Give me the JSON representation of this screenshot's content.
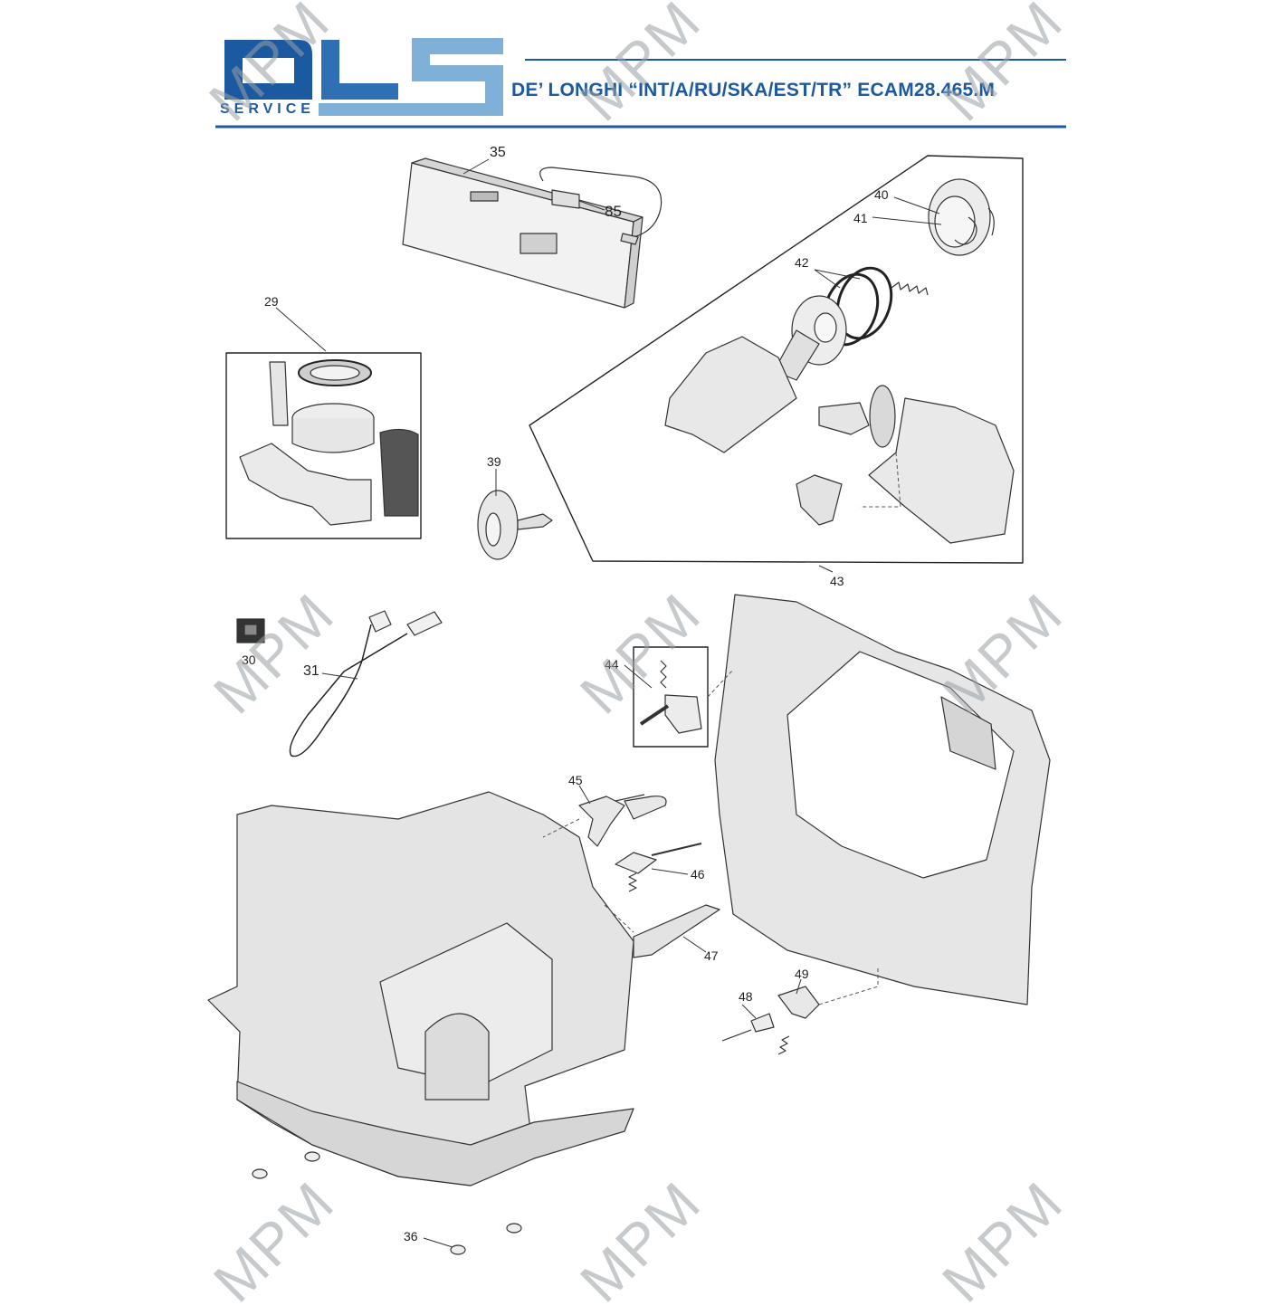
{
  "header": {
    "logo_letters": "DLS",
    "logo_subtitle": "SERVICE",
    "title": "DE’ LONGHI “INT/A/RU/SKA/EST/TR” ECAM28.465.M",
    "colors": {
      "brand_dark": "#1b5aa0",
      "brand_light": "#7fb0d8",
      "rule": "#1b5aa0"
    }
  },
  "watermark": {
    "text": "MPM",
    "color": "#9aa0a6"
  },
  "callouts": [
    {
      "id": "c35",
      "label": "35"
    },
    {
      "id": "c85",
      "label": "85"
    },
    {
      "id": "c40",
      "label": "40"
    },
    {
      "id": "c41",
      "label": "41"
    },
    {
      "id": "c42",
      "label": "42"
    },
    {
      "id": "c29",
      "label": "29"
    },
    {
      "id": "c39",
      "label": "39"
    },
    {
      "id": "c43",
      "label": "43"
    },
    {
      "id": "c30",
      "label": "30"
    },
    {
      "id": "c31",
      "label": "31"
    },
    {
      "id": "c44",
      "label": "44"
    },
    {
      "id": "c45",
      "label": "45"
    },
    {
      "id": "c46",
      "label": "46"
    },
    {
      "id": "c47",
      "label": "47"
    },
    {
      "id": "c48",
      "label": "48"
    },
    {
      "id": "c49",
      "label": "49"
    },
    {
      "id": "c36",
      "label": "36"
    }
  ]
}
